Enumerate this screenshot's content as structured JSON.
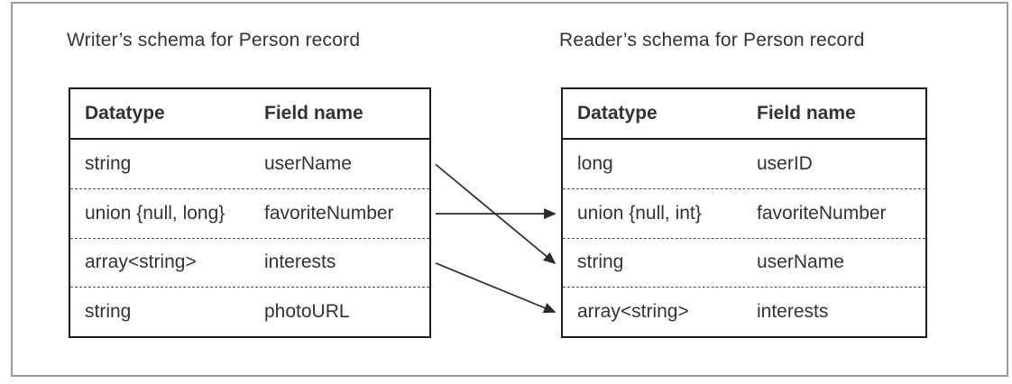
{
  "writer": {
    "title": "Writer’s schema for Person record",
    "columns": [
      "Datatype",
      "Field name"
    ],
    "rows": [
      {
        "datatype": "string",
        "field": "userName"
      },
      {
        "datatype": "union {null, long}",
        "field": "favoriteNumber"
      },
      {
        "datatype": "array<string>",
        "field": "interests"
      },
      {
        "datatype": "string",
        "field": "photoURL"
      }
    ]
  },
  "reader": {
    "title": "Reader’s schema for Person record",
    "columns": [
      "Datatype",
      "Field name"
    ],
    "rows": [
      {
        "datatype": "long",
        "field": "userID"
      },
      {
        "datatype": "union {null, int}",
        "field": "favoriteNumber"
      },
      {
        "datatype": "string",
        "field": "userName"
      },
      {
        "datatype": "array<string>",
        "field": "interests"
      }
    ]
  },
  "connections": [
    {
      "field": "userName",
      "from_row": 0,
      "to_row": 2
    },
    {
      "field": "favoriteNumber",
      "from_row": 1,
      "to_row": 1
    },
    {
      "field": "interests",
      "from_row": 2,
      "to_row": 3
    }
  ],
  "colors": {
    "text": "#333333",
    "table_border": "#1c1c1c",
    "dash": "#4d4d4d",
    "frame": "#9a9a9a",
    "arrow": "#2b2b2b",
    "background": "#ffffff"
  }
}
